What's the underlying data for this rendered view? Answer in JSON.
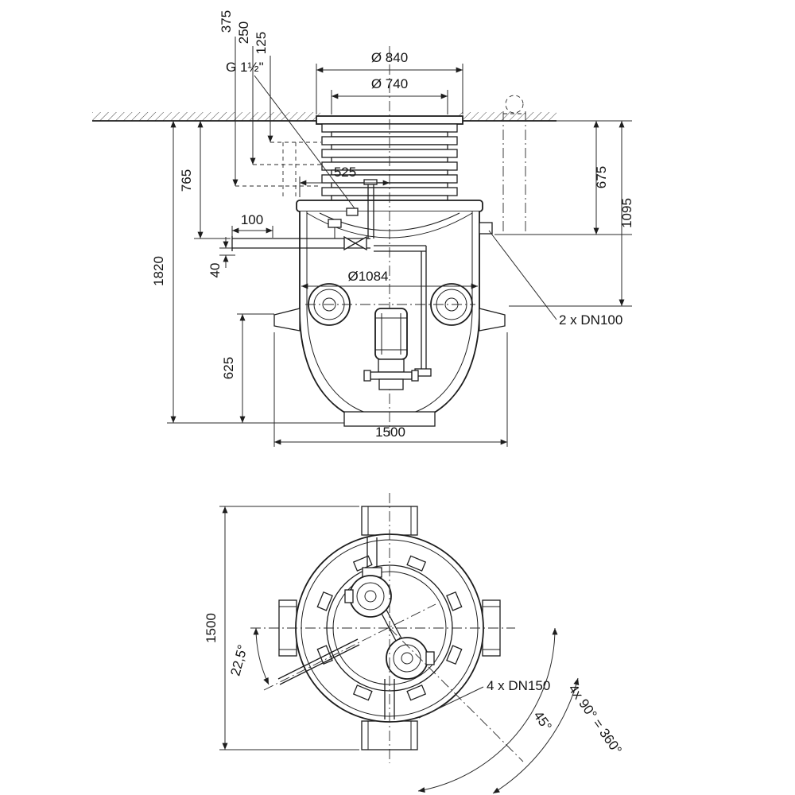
{
  "colors": {
    "line": "#1d1d1d",
    "background": "#ffffff"
  },
  "front_view": {
    "labels": {
      "depth_375": "375",
      "depth_250": "250",
      "depth_125": "125",
      "thread": "G 1½\"",
      "dia_outer_riser": "Ø 840",
      "dia_inner_riser": "Ø 740",
      "width_525": "525",
      "height_765": "765",
      "height_675": "675",
      "height_1095": "1095",
      "offset_100": "100",
      "offset_40": "40",
      "height_1820": "1820",
      "dia_tank": "Ø1084",
      "height_625": "625",
      "inlet_connections": "2 x DN100",
      "width_1500": "1500"
    }
  },
  "plan_view": {
    "labels": {
      "width_1500": "1500",
      "angle_22_5": "22,5°",
      "pipe_connections": "4 x DN150",
      "angle_45": "45°",
      "angle_total": "4x 90° = 360°"
    }
  }
}
